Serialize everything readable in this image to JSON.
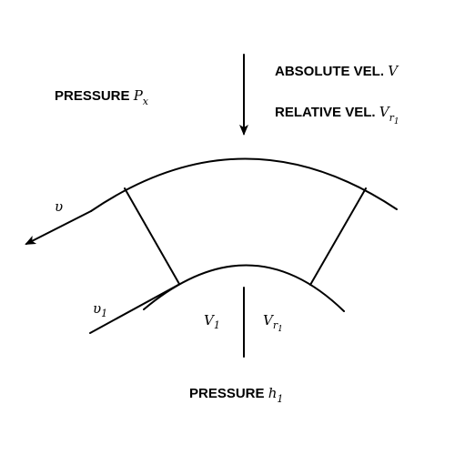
{
  "labels": {
    "pressure_top": {
      "text": "PRESSURE ",
      "var": "P",
      "sub": "x"
    },
    "absolute_vel": {
      "text": "ABSOLUTE VEL. ",
      "var": "V",
      "sub": ""
    },
    "relative_vel": {
      "text": "RELATIVE VEL. ",
      "var": "V",
      "sub": "r",
      "subsub": "1"
    },
    "pressure_bottom": {
      "text": "PRESSURE ",
      "var": "h",
      "sub": "1"
    },
    "blade_velocity": {
      "var": "υ",
      "sub": ""
    },
    "blade_velocity_1": {
      "var": "υ",
      "sub": "1"
    },
    "inlet_velocity": {
      "var": "V",
      "sub": "1"
    },
    "inlet_relative": {
      "var": "V",
      "sub": "r",
      "subsub": "1"
    }
  },
  "colors": {
    "stroke": "#000000",
    "background": "#ffffff"
  }
}
